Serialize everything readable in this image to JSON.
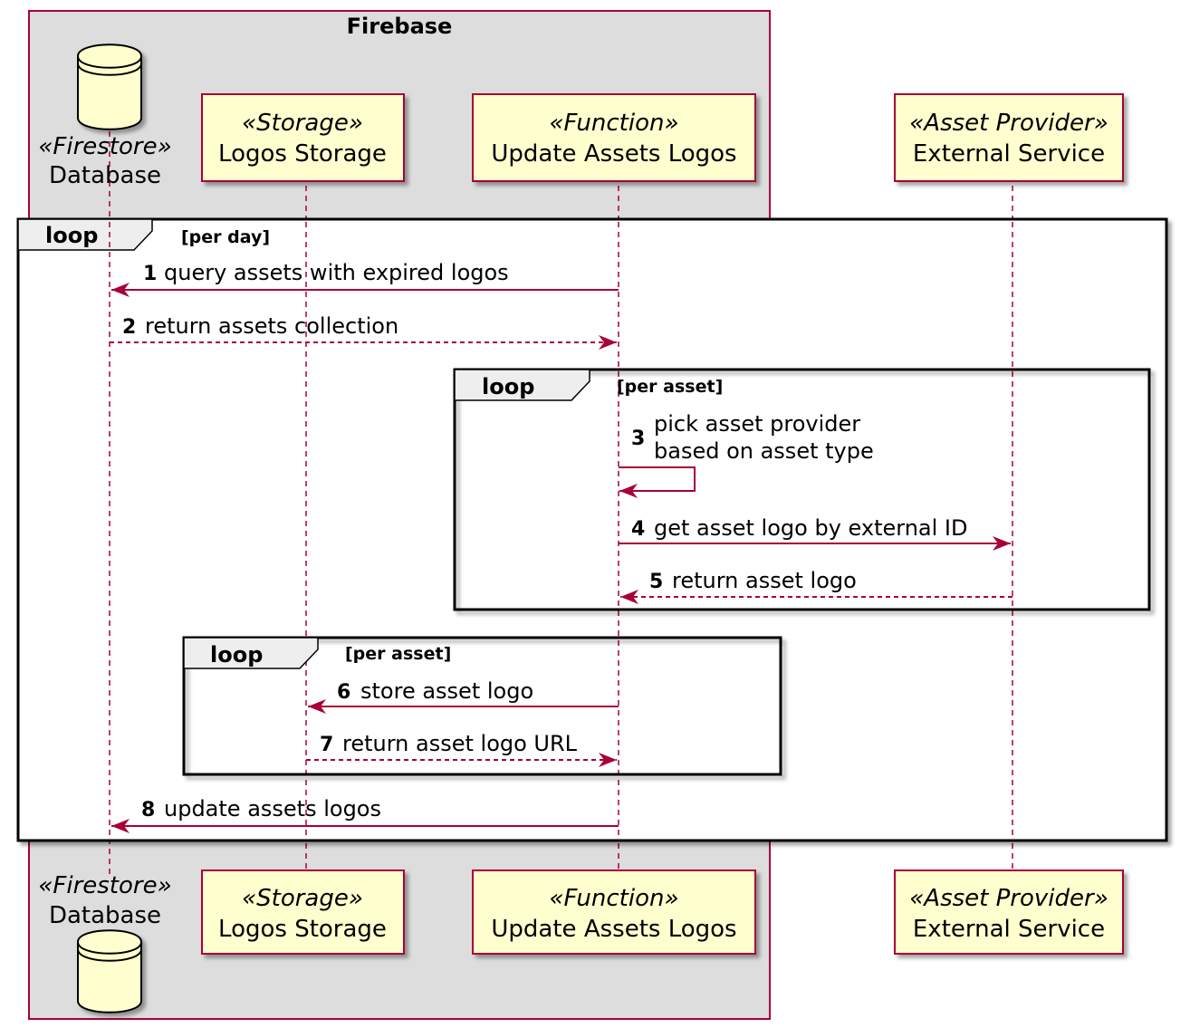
{
  "group": {
    "title": "Firebase"
  },
  "participants": [
    {
      "id": "db",
      "stereotype": "«Firestore»",
      "name": "Database",
      "kind": "database"
    },
    {
      "id": "storage",
      "stereotype": "«Storage»",
      "name": "Logos Storage",
      "kind": "box"
    },
    {
      "id": "fn",
      "stereotype": "«Function»",
      "name": "Update Assets Logos",
      "kind": "box"
    },
    {
      "id": "ext",
      "stereotype": "«Asset Provider»",
      "name": "External Service",
      "kind": "box"
    }
  ],
  "frames": [
    {
      "keyword": "loop",
      "condition": "[per day]"
    },
    {
      "keyword": "loop",
      "condition": "[per asset]"
    },
    {
      "keyword": "loop",
      "condition": "[per asset]"
    }
  ],
  "messages": [
    {
      "num": "1",
      "text": "query assets with expired logos",
      "from": "fn",
      "to": "db",
      "style": "solid"
    },
    {
      "num": "2",
      "text": "return assets collection",
      "from": "db",
      "to": "fn",
      "style": "dashed"
    },
    {
      "num": "3",
      "text": "pick asset provider",
      "text2": "based on asset type",
      "from": "fn",
      "to": "fn",
      "style": "solid"
    },
    {
      "num": "4",
      "text": "get asset logo by external ID",
      "from": "fn",
      "to": "ext",
      "style": "solid"
    },
    {
      "num": "5",
      "text": "return asset logo",
      "from": "ext",
      "to": "fn",
      "style": "dashed"
    },
    {
      "num": "6",
      "text": "store asset logo",
      "from": "fn",
      "to": "storage",
      "style": "solid"
    },
    {
      "num": "7",
      "text": "return asset logo URL",
      "from": "storage",
      "to": "fn",
      "style": "dashed"
    },
    {
      "num": "8",
      "text": "update assets logos",
      "from": "fn",
      "to": "db",
      "style": "solid"
    }
  ],
  "colors": {
    "group_fill": "#dddddd",
    "border": "#a80036",
    "participant_fill": "#fefece",
    "arrow": "#a80036",
    "frame_header": "#eeeeee",
    "frame_border": "#000000"
  }
}
